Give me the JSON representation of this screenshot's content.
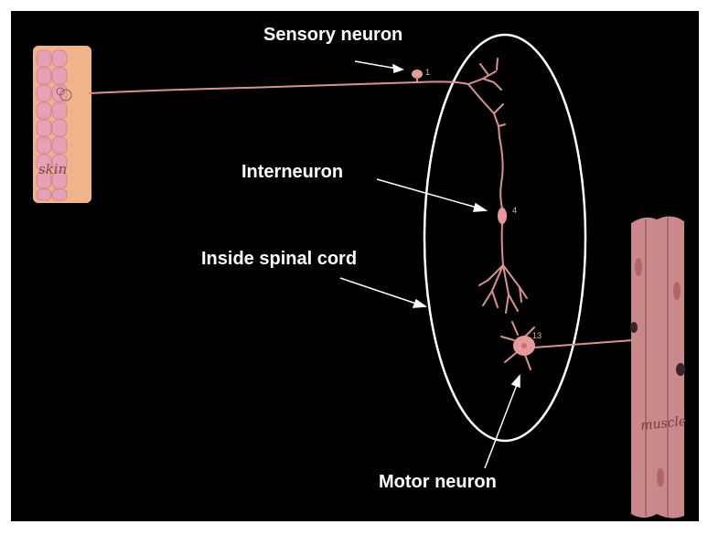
{
  "labels": {
    "sensory": "Sensory neuron",
    "interneuron": "Interneuron",
    "spinal": "Inside spinal cord",
    "motor": "Motor neuron"
  },
  "tissue": {
    "skin": "skin",
    "muscle": "muscle"
  },
  "markers": {
    "sensory_num": "1",
    "inter_num": "4",
    "motor_num": "13"
  },
  "colors": {
    "background": "#000000",
    "frame": "#ffffff",
    "neuron": "#d9928d",
    "neuron_body": "#e89a98",
    "skin": "#f0b48a",
    "skin_cells": "#e6a2b4",
    "muscle": "#c9888a",
    "muscle_dark": "#a46466",
    "text": "#ffffff"
  }
}
